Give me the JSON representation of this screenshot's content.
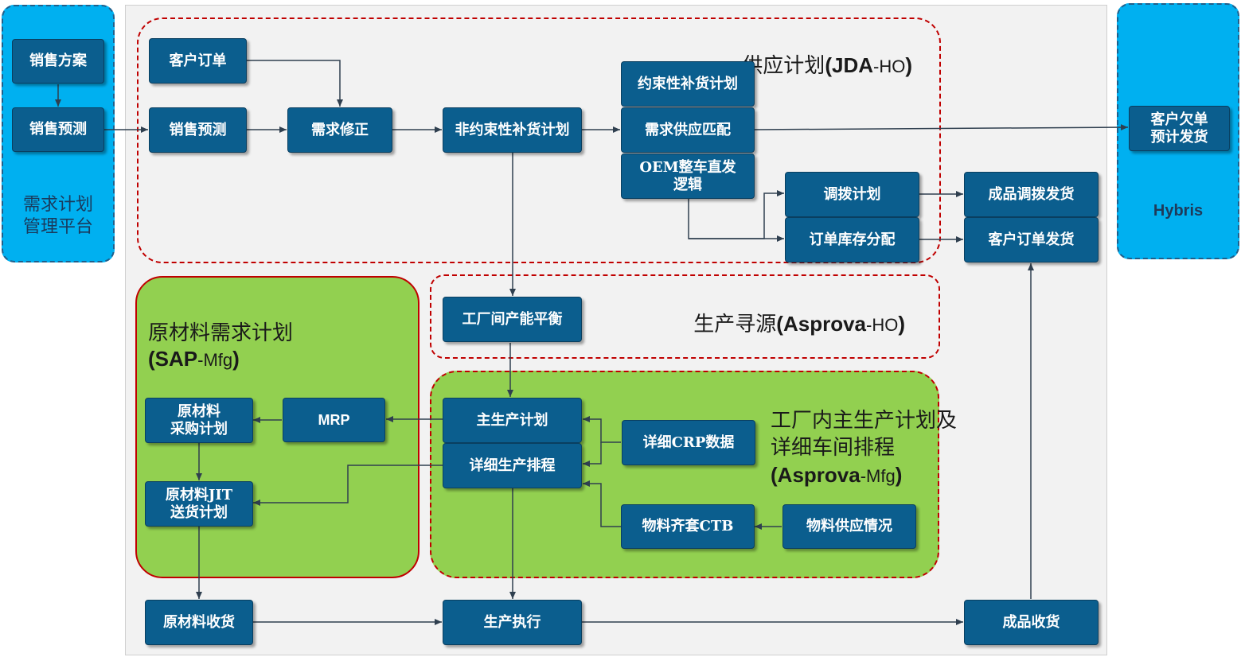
{
  "left_platform": {
    "title": "需求计划\n管理平台"
  },
  "right_platform": {
    "title": "Hybris"
  },
  "regions": {
    "supply_plan": {
      "title": "供应计划",
      "system": "JDA",
      "suffix": "-HO"
    },
    "production_sourcing": {
      "title": "生产寻源",
      "system": "Asprova",
      "suffix": "-HO"
    },
    "raw_material": {
      "title": "原材料需求计划",
      "system": "SAP",
      "suffix": "-Mfg"
    },
    "in_factory": {
      "title": "工厂内主生产计划及\n详细车间排程",
      "system": "Asprova",
      "suffix": "-Mfg"
    }
  },
  "nodes": {
    "sales_plan": "销售方案",
    "sales_forecast_left": "销售预测",
    "customer_order": "客户订单",
    "sales_forecast": "销售预测",
    "demand_correction": "需求修正",
    "unconstrained_plan": "非约束性补货计划",
    "constrained_plan": "约束性补货计划",
    "demand_supply_match": "需求供应匹配",
    "oem_direct": "OEM整车直发\n逻辑",
    "transfer_plan": "调拨计划",
    "order_inventory_alloc": "订单库存分配",
    "fg_transfer_ship": "成品调拨发货",
    "customer_order_ship": "客户订单发货",
    "customer_backorder": "客户欠单\n预计发货",
    "inter_factory_balance": "工厂间产能平衡",
    "master_production_plan": "主生产计划",
    "detailed_scheduling": "详细生产排程",
    "detailed_crp": "详细CRP数据",
    "material_ctb": "物料齐套CTB",
    "material_supply": "物料供应情况",
    "mrp": "MRP",
    "raw_material_purchase": "原材料\n采购计划",
    "raw_material_jit": "原材料JIT\n送货计划",
    "raw_material_receipt": "原材料收货",
    "production_execution": "生产执行",
    "fg_receipt": "成品收货"
  },
  "colors": {
    "node_fill": "#0b5e8e",
    "platform_fill": "#00b0f0",
    "region_border": "#c00000",
    "green_region_fill": "#92d050",
    "panel_fill": "#f2f2f2",
    "line": "#2f3f4f"
  }
}
